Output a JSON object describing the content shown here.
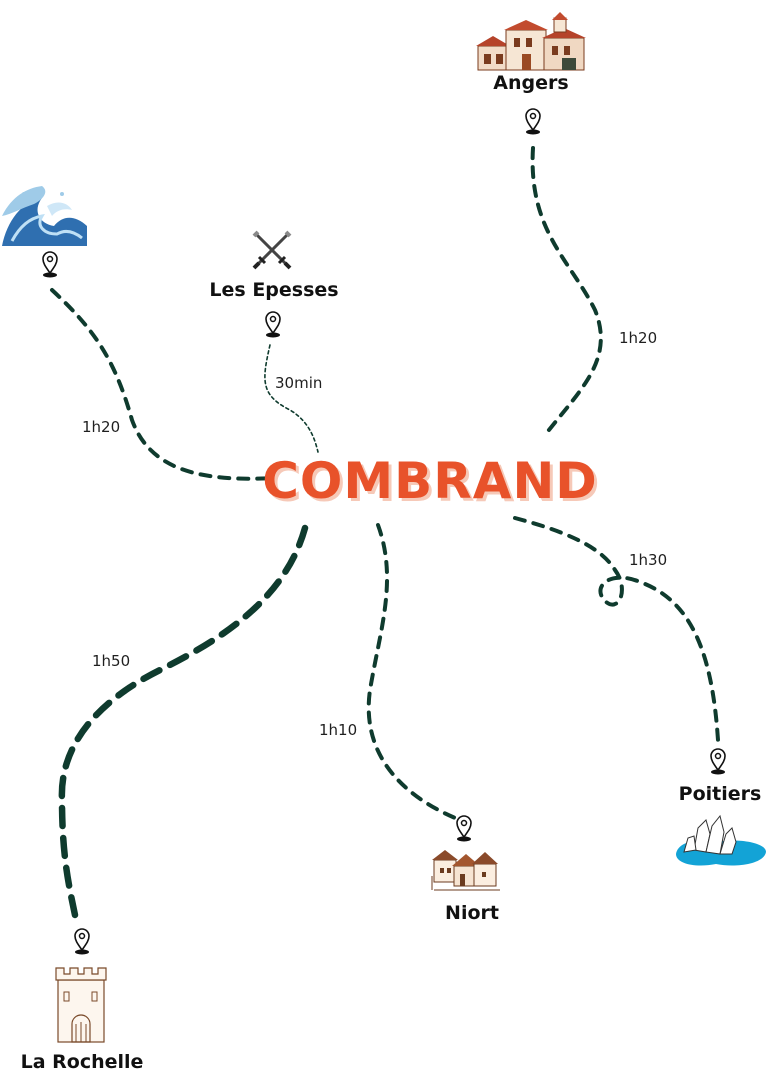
{
  "center": {
    "label": "COMBRAND",
    "color": "#e8522a"
  },
  "route_color": "#0f3b2e",
  "destinations": [
    {
      "id": "angers",
      "label": "Angers",
      "duration": "1h20",
      "icon": "town-houses-icon"
    },
    {
      "id": "coast",
      "label": "",
      "duration": "1h20",
      "icon": "ocean-wave-icon"
    },
    {
      "id": "epesses",
      "label": "Les Epesses",
      "duration": "30min",
      "icon": "crossed-swords-icon"
    },
    {
      "id": "poitiers",
      "label": "Poitiers",
      "duration": "1h30",
      "icon": "crystal-lake-icon"
    },
    {
      "id": "niort",
      "label": "Niort",
      "duration": "1h10",
      "icon": "village-houses-icon"
    },
    {
      "id": "larochelle",
      "label": "La Rochelle",
      "duration": "1h50",
      "icon": "tower-icon"
    }
  ]
}
